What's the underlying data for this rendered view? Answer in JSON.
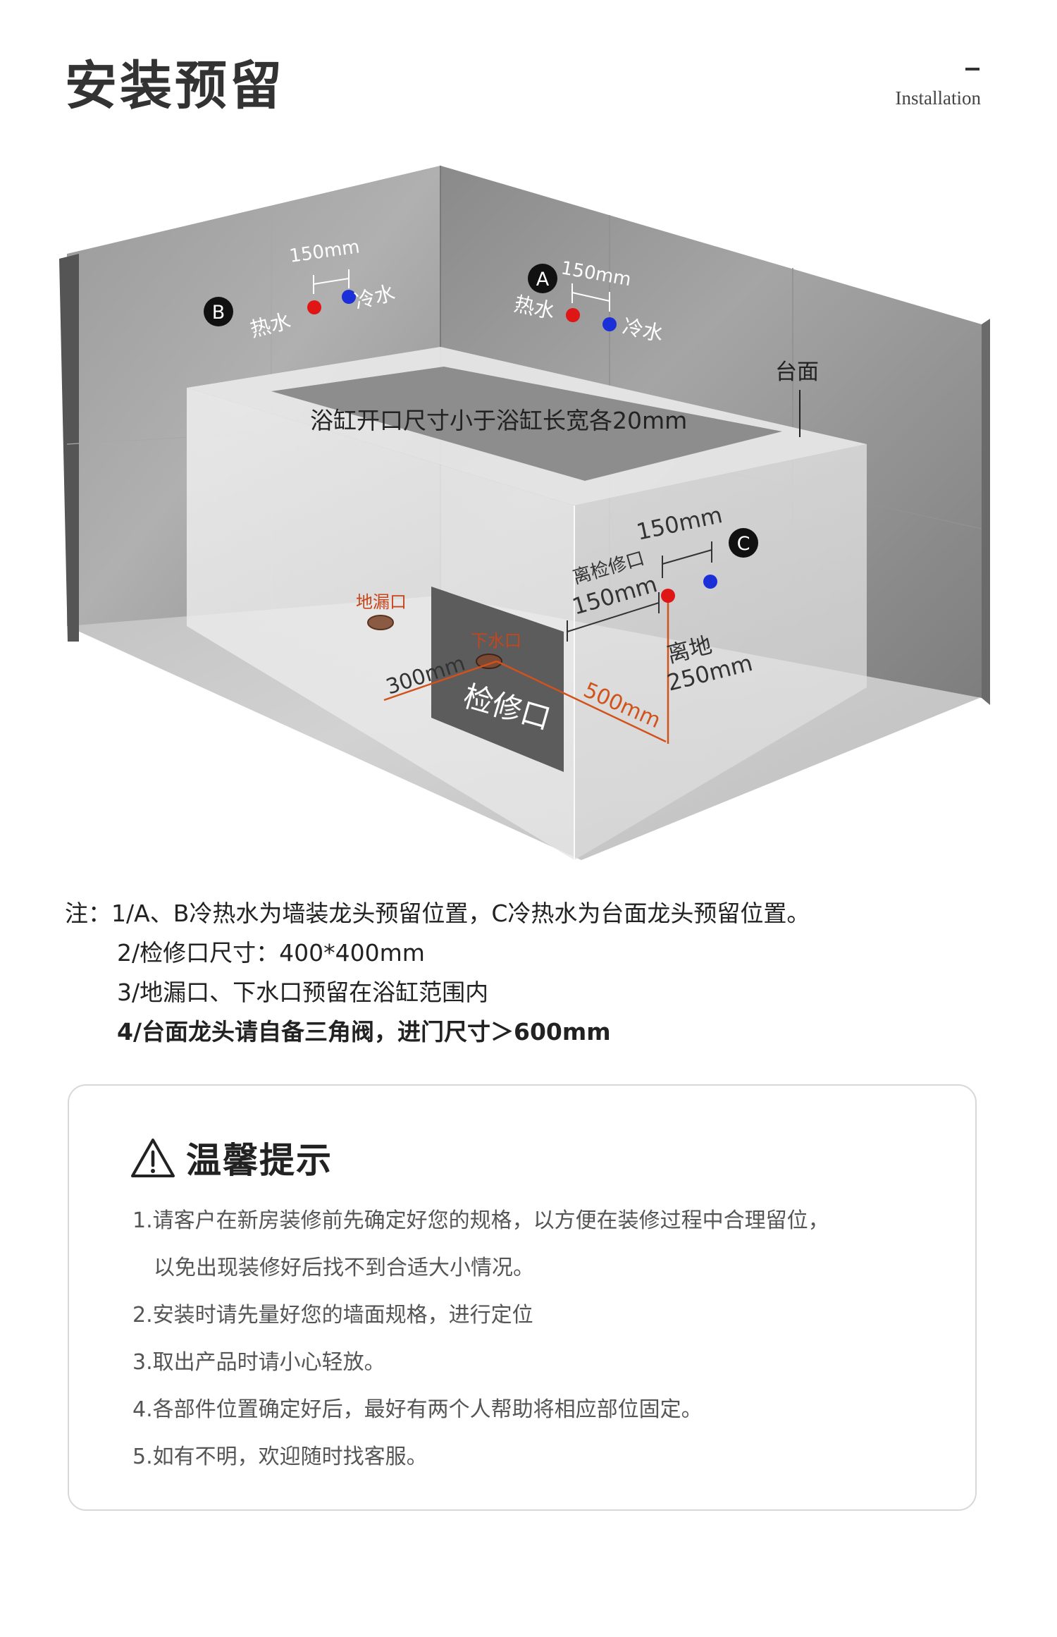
{
  "header": {
    "title": "安装预留",
    "subtitle": "Installation"
  },
  "diagram": {
    "label_a": "A",
    "label_b": "B",
    "label_c": "C",
    "dim_150_left": "150mm",
    "dim_150_right": "150mm",
    "dim_150_c": "150mm",
    "hot_water_left": "热水",
    "cold_water_left": "冷水",
    "hot_water_right": "热水",
    "cold_water_right": "冷水",
    "countertop": "台面",
    "opening_note": "浴缸开口尺寸小于浴缸长宽各20mm",
    "from_access": "离检修口",
    "from_access_dim": "150mm",
    "from_floor": "离地",
    "from_floor_dim": "250mm",
    "floor_drain": "地漏口",
    "drain_outlet": "下水口",
    "dim_300": "300mm",
    "dim_500": "500mm",
    "access_panel": "检修口",
    "colors": {
      "hot": "#e01515",
      "cold": "#1a2fd8",
      "orange": "#d2521c",
      "dark": "#5c5c5c"
    }
  },
  "notes": {
    "prefix": "注：",
    "items": [
      "1/A、B冷热水为墙装龙头预留位置，C冷热水为台面龙头预留位置。",
      "2/检修口尺寸：400*400mm",
      "3/地漏口、下水口预留在浴缸范围内",
      "4/台面龙头请自备三角阀，进门尺寸＞600mm"
    ]
  },
  "tips": {
    "title": "温馨提示",
    "icon": "warning-triangle-icon",
    "items": [
      "1.请客户在新房装修前先确定好您的规格，以方便在装修过程中合理留位，",
      "以免出现装修好后找不到合适大小情况。",
      "2.安装时请先量好您的墙面规格，进行定位",
      "3.取出产品时请小心轻放。",
      "4.各部件位置确定好后，最好有两个人帮助将相应部位固定。",
      "5.如有不明，欢迎随时找客服。"
    ]
  }
}
